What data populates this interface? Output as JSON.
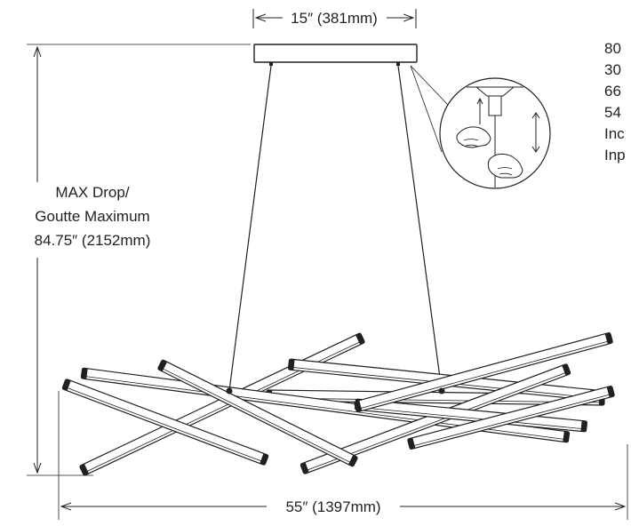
{
  "dimensions": {
    "canopy_width": "15″ (381mm)",
    "max_drop_line1": "MAX Drop/",
    "max_drop_line2": "Goutte Maximum",
    "max_drop_line3": "84.75″ (2152mm)",
    "overall_width": "55″ (1397mm)"
  },
  "specs": [
    {
      "text": "80"
    },
    {
      "text": "30"
    },
    {
      "text": "66"
    },
    {
      "text": "54"
    },
    {
      "text": "Inc"
    },
    {
      "text": "Inp"
    }
  ],
  "colors": {
    "line": "#231f20",
    "bar_fill": "#ffffff",
    "canopy_fill": "#ffffff"
  },
  "icons": [
    "hand-adjust-icon",
    "up-down-arrow-icon"
  ]
}
